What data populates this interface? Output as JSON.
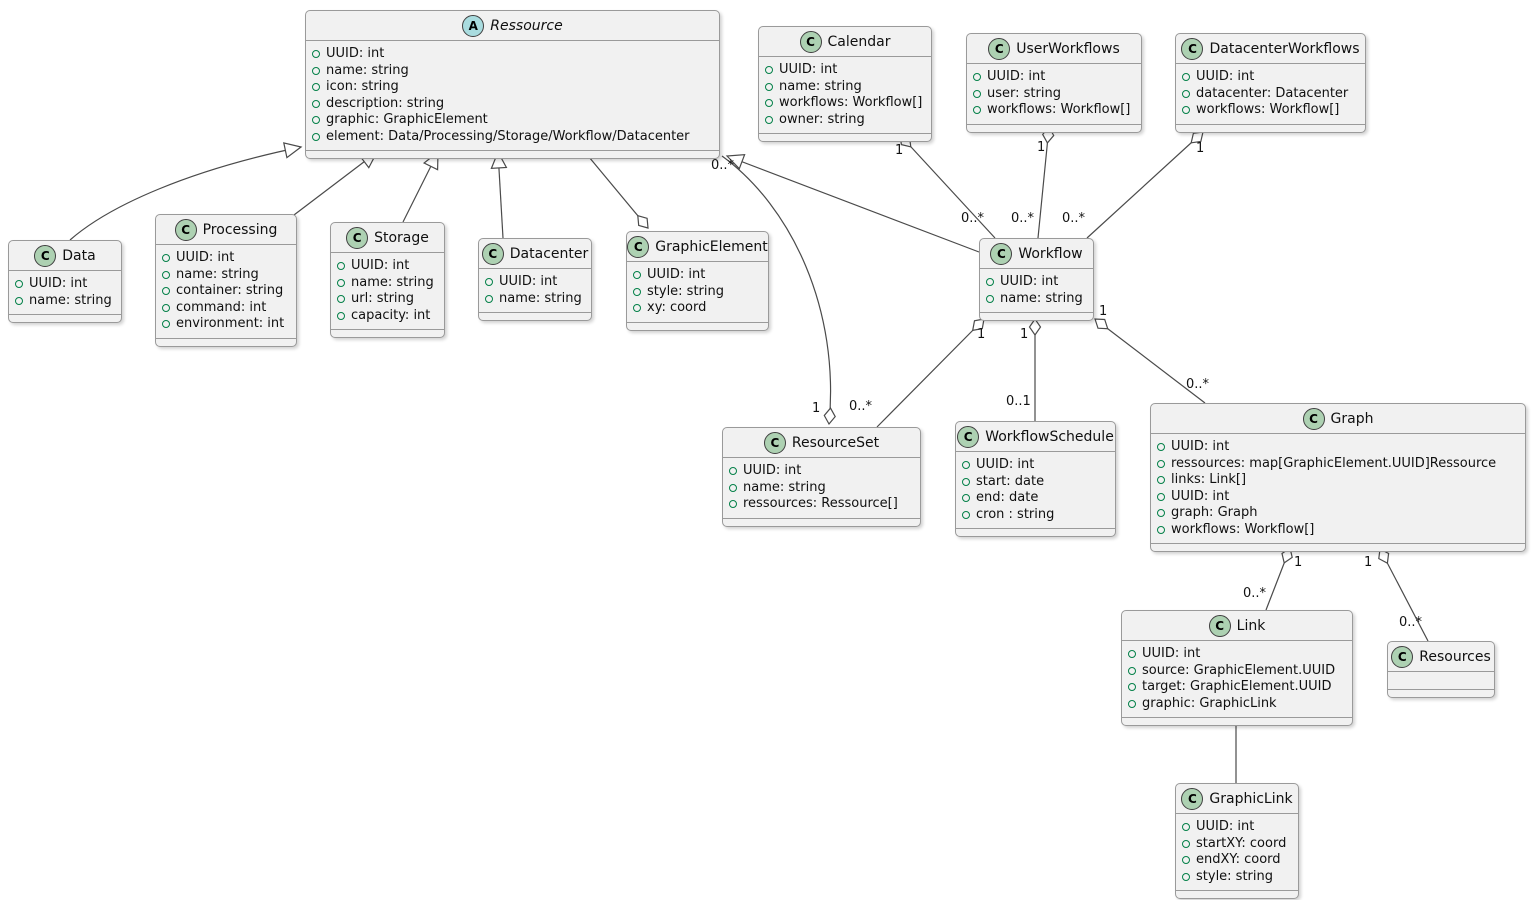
{
  "diagram": {
    "kind": "uml-class-diagram",
    "colors": {
      "class_icon_bg": "#ADD1B2",
      "abstract_icon_bg": "#A9DCDF",
      "box_bg": "#F1F1F1",
      "box_border": "#9A9A9A",
      "edge_line": "#4A4A4A",
      "field_circle": "#038048"
    },
    "classes": [
      {
        "name": "Ressource",
        "kind": "abstract",
        "icon_letter": "A",
        "attributes": [
          "UUID: int",
          "name: string",
          "icon: string",
          "description: string",
          "graphic: GraphicElement",
          "element: Data/Processing/Storage/Workflow/Datacenter"
        ]
      },
      {
        "name": "Calendar",
        "kind": "class",
        "icon_letter": "C",
        "attributes": [
          "UUID: int",
          "name: string",
          "workflows: Workflow[]",
          "owner: string"
        ]
      },
      {
        "name": "UserWorkflows",
        "kind": "class",
        "icon_letter": "C",
        "attributes": [
          "UUID: int",
          "user: string",
          "workflows: Workflow[]"
        ]
      },
      {
        "name": "DatacenterWorkflows",
        "kind": "class",
        "icon_letter": "C",
        "attributes": [
          "UUID: int",
          "datacenter: Datacenter",
          "workflows: Workflow[]"
        ]
      },
      {
        "name": "Data",
        "kind": "class",
        "icon_letter": "C",
        "attributes": [
          "UUID: int",
          "name: string"
        ]
      },
      {
        "name": "Processing",
        "kind": "class",
        "icon_letter": "C",
        "attributes": [
          "UUID: int",
          "name: string",
          "container: string",
          "command: int",
          "environment: int"
        ]
      },
      {
        "name": "Storage",
        "kind": "class",
        "icon_letter": "C",
        "attributes": [
          "UUID: int",
          "name: string",
          "url: string",
          "capacity: int"
        ]
      },
      {
        "name": "Datacenter",
        "kind": "class",
        "icon_letter": "C",
        "attributes": [
          "UUID: int",
          "name: string"
        ]
      },
      {
        "name": "GraphicElement",
        "kind": "class",
        "icon_letter": "C",
        "attributes": [
          "UUID: int",
          "style: string",
          "xy: coord"
        ]
      },
      {
        "name": "Workflow",
        "kind": "class",
        "icon_letter": "C",
        "attributes": [
          "UUID: int",
          "name: string"
        ]
      },
      {
        "name": "ResourceSet",
        "kind": "class",
        "icon_letter": "C",
        "attributes": [
          "UUID: int",
          "name: string",
          "ressources: Ressource[]"
        ]
      },
      {
        "name": "WorkflowSchedule",
        "kind": "class",
        "icon_letter": "C",
        "attributes": [
          "UUID: int",
          "start: date",
          "end: date",
          "cron : string"
        ]
      },
      {
        "name": "Graph",
        "kind": "class",
        "icon_letter": "C",
        "attributes": [
          "UUID: int",
          "ressources: map[GraphicElement.UUID]Ressource",
          "links: Link[]",
          "UUID: int",
          "graph: Graph",
          "workflows: Workflow[]"
        ]
      },
      {
        "name": "Link",
        "kind": "class",
        "icon_letter": "C",
        "attributes": [
          "UUID: int",
          "source: GraphicElement.UUID",
          "target: GraphicElement.UUID",
          "graphic: GraphicLink"
        ]
      },
      {
        "name": "Resources",
        "kind": "class",
        "icon_letter": "C",
        "attributes": []
      },
      {
        "name": "GraphicLink",
        "kind": "class",
        "icon_letter": "C",
        "attributes": [
          "UUID: int",
          "startXY: coord",
          "endXY: coord",
          "style: string"
        ]
      }
    ],
    "relationships": [
      {
        "id": "data-extends-ressource",
        "type": "inheritance",
        "from": "Data",
        "to": "Ressource"
      },
      {
        "id": "processing-extends-ressource",
        "type": "inheritance",
        "from": "Processing",
        "to": "Ressource"
      },
      {
        "id": "storage-extends-ressource",
        "type": "inheritance",
        "from": "Storage",
        "to": "Ressource"
      },
      {
        "id": "datacenter-extends-ressource",
        "type": "inheritance",
        "from": "Datacenter",
        "to": "Ressource"
      },
      {
        "id": "workflow-extends-ressource",
        "type": "inheritance",
        "from": "Workflow",
        "to": "Ressource"
      },
      {
        "id": "graphicelement-aggregates-ressource",
        "type": "aggregation",
        "from": "GraphicElement",
        "to": "Ressource"
      },
      {
        "id": "calendar-aggregates-workflow",
        "type": "aggregation",
        "from": "Calendar",
        "to": "Workflow",
        "near_label": "1",
        "far_label": "0..*"
      },
      {
        "id": "userworkflows-aggregates-workflow",
        "type": "aggregation",
        "from": "UserWorkflows",
        "to": "Workflow",
        "near_label": "1",
        "far_label": "0..*"
      },
      {
        "id": "datacenterworkflows-aggregates-workflow",
        "type": "aggregation",
        "from": "DatacenterWorkflows",
        "to": "Workflow",
        "near_label": "1",
        "far_label": "0..*"
      },
      {
        "id": "workflow-aggregates-resourceset",
        "type": "aggregation",
        "from": "Workflow",
        "to": "ResourceSet",
        "near_label": "1",
        "far_label": "0..*"
      },
      {
        "id": "workflow-aggregates-workflowschedule",
        "type": "aggregation",
        "from": "Workflow",
        "to": "WorkflowSchedule",
        "near_label": "1",
        "far_label": "0..1"
      },
      {
        "id": "workflow-aggregates-graph",
        "type": "aggregation",
        "from": "Workflow",
        "to": "Graph",
        "near_label": "1",
        "far_label": "0..*"
      },
      {
        "id": "resourceset-aggregates-ressource",
        "type": "aggregation",
        "from": "ResourceSet",
        "to": "Ressource",
        "near_label": "1",
        "far_label": "0..*"
      },
      {
        "id": "graph-aggregates-link",
        "type": "aggregation",
        "from": "Graph",
        "to": "Link",
        "near_label": "1",
        "far_label": "0..*"
      },
      {
        "id": "graph-aggregates-resources",
        "type": "aggregation",
        "from": "Graph",
        "to": "Resources",
        "near_label": "1",
        "far_label": "0..*"
      },
      {
        "id": "link-association-graphiclink",
        "type": "association",
        "from": "Link",
        "to": "GraphicLink"
      }
    ]
  }
}
